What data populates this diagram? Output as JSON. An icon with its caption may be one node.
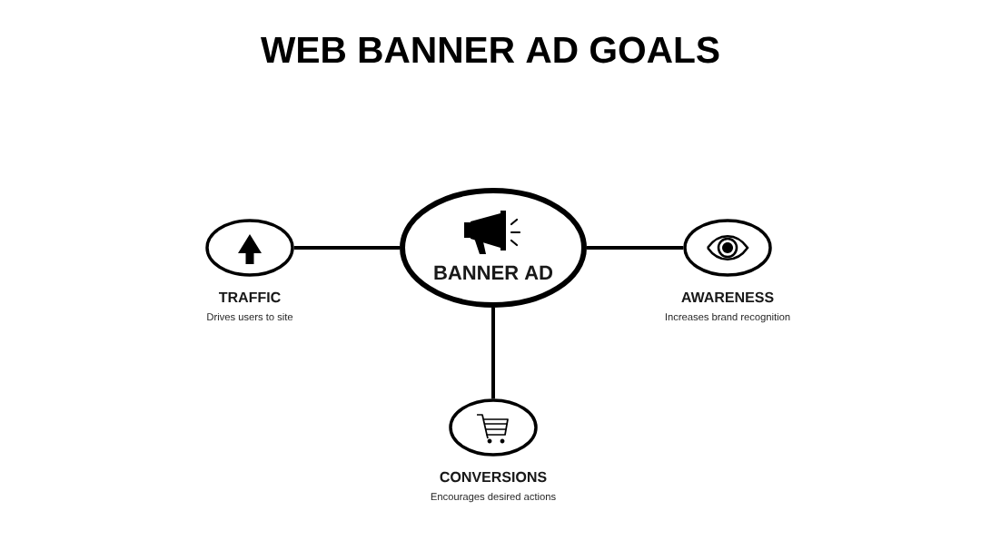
{
  "diagram": {
    "title": "WEB BANNER AD GOALS",
    "nodes": [
      {
        "text": [
          "TRAFFIC",
          "Drives users to site"
        ]
      },
      {
        "text": [
          "BANNER AD"
        ]
      },
      {
        "text": [
          "AWARENESS",
          "Increases brand recognition"
        ]
      },
      {
        "text": [
          "CONVERSIONS",
          "Encourages desired actions"
        ]
      }
    ],
    "edges": [
      {
        "from": 1,
        "to": 0,
        "arrow": "none"
      },
      {
        "from": 1,
        "to": 2,
        "arrow": "none"
      },
      {
        "from": 1,
        "to": 3,
        "arrow": "none"
      }
    ]
  }
}
